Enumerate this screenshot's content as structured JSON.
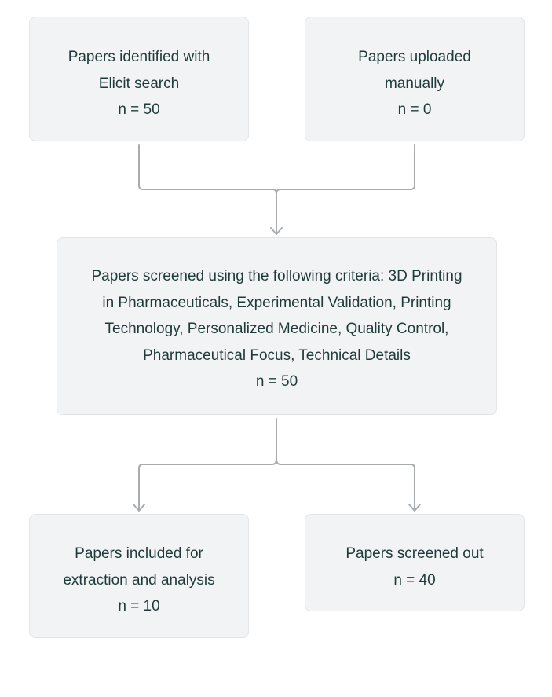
{
  "flow": {
    "identified": {
      "lines": [
        "Papers identified with",
        "Elicit search"
      ],
      "count": "n = 50"
    },
    "uploaded": {
      "lines": [
        "Papers uploaded",
        "manually"
      ],
      "count": "n = 0"
    },
    "screened": {
      "lines": [
        "Papers screened using the following criteria: 3D Printing",
        "in Pharmaceuticals, Experimental Validation, Printing",
        "Technology, Personalized Medicine, Quality Control,",
        "Pharmaceutical Focus, Technical Details"
      ],
      "count": "n = 50"
    },
    "included": {
      "lines": [
        "Papers included for",
        "extraction and analysis"
      ],
      "count": "n = 10"
    },
    "excluded": {
      "lines": [
        "Papers screened out"
      ],
      "count": "n = 40"
    }
  }
}
